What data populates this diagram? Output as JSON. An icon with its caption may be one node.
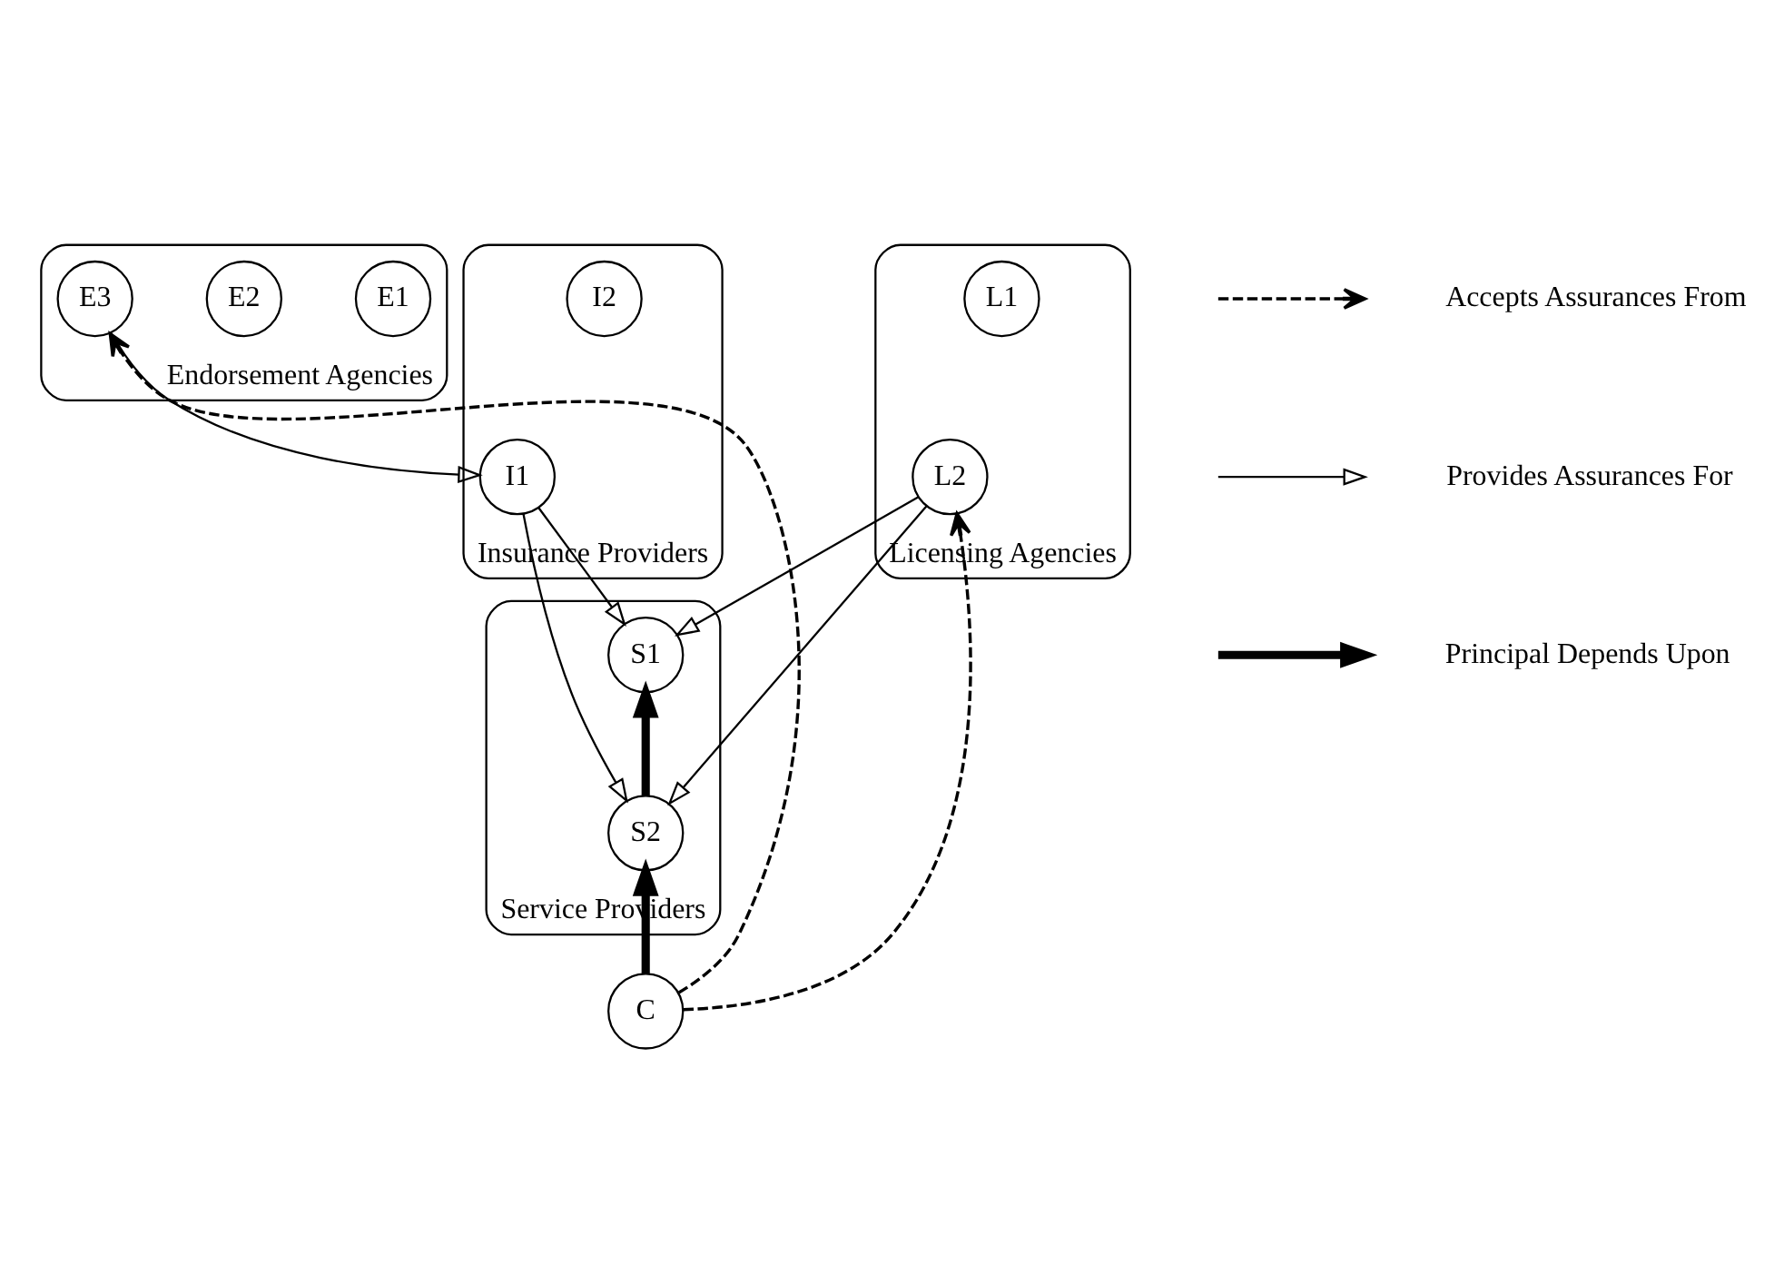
{
  "diagram": {
    "nodes": [
      {
        "text": [
          "Endorsement Agencies"
        ]
      },
      {
        "text": [
          "E1"
        ],
        "in": 0
      },
      {
        "text": [
          "E2"
        ],
        "in": 0
      },
      {
        "text": [
          "E3"
        ],
        "in": 0
      },
      {
        "text": [
          "Licensing Agencies"
        ]
      },
      {
        "text": [
          "L1"
        ],
        "in": 4
      },
      {
        "text": [
          "L2"
        ],
        "in": 4
      },
      {
        "text": [
          "Insurance Providers"
        ]
      },
      {
        "text": [
          "I1"
        ],
        "in": 7
      },
      {
        "text": [
          "I2"
        ],
        "in": 7
      },
      {
        "text": [
          "Service Providers"
        ]
      },
      {
        "text": [
          "S1"
        ],
        "in": 10
      },
      {
        "text": [
          "S2"
        ],
        "in": 10
      },
      {
        "text": [
          "C"
        ]
      }
    ],
    "edges": [
      {
        "from": 3,
        "to": 8,
        "arrow": "to"
      },
      {
        "from": 6,
        "to": 11,
        "arrow": "to"
      },
      {
        "from": 6,
        "to": 12,
        "arrow": "to"
      },
      {
        "from": 8,
        "to": 11,
        "arrow": "to"
      },
      {
        "from": 8,
        "to": 12,
        "arrow": "to"
      },
      {
        "from": 12,
        "to": 11,
        "arrow": "to",
        "style": "thick"
      },
      {
        "from": 13,
        "to": 12,
        "arrow": "to",
        "style": "thick"
      },
      {
        "from": 13,
        "to": 3,
        "arrow": "to",
        "style": "dashed"
      },
      {
        "from": 13,
        "to": 6,
        "arrow": "to",
        "style": "dashed"
      }
    ],
    "legend": [
      {
        "text": "Accepts Assurances From"
      },
      {
        "text": "Provides Assurances For"
      },
      {
        "text": "Principal Depends Upon"
      }
    ]
  }
}
